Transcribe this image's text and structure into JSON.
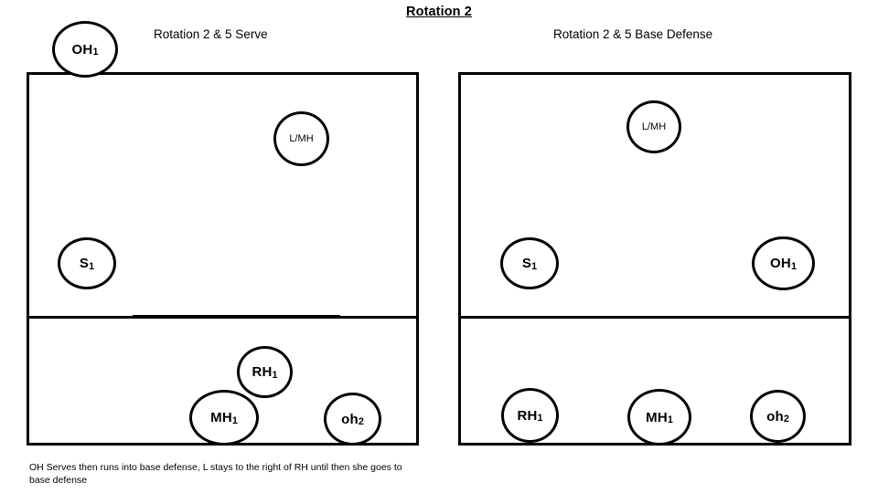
{
  "slide": {
    "title": "Rotation 2",
    "background_color": "#ffffff",
    "line_color": "#000000"
  },
  "courts": [
    {
      "id": "left",
      "caption": "Rotation 2 & 5 Serve",
      "players": [
        {
          "name": "OH1",
          "base": "OH",
          "number": "1",
          "style": "bold",
          "role": "server-outside-hitter"
        },
        {
          "name": "L/MH",
          "base": "L/MH",
          "number": "",
          "style": "plain",
          "role": "libero-middle-hitter"
        },
        {
          "name": "S1",
          "base": "S",
          "number": "1",
          "style": "bold",
          "role": "setter"
        },
        {
          "name": "RH1",
          "base": "RH",
          "number": "1",
          "style": "bold",
          "role": "right-side-hitter"
        },
        {
          "name": "MH1",
          "base": "MH",
          "number": "1",
          "style": "bold",
          "role": "middle-hitter"
        },
        {
          "name": "oh2",
          "base": "oh",
          "number": "2",
          "style": "bold",
          "role": "outside-hitter-two"
        }
      ]
    },
    {
      "id": "right",
      "caption": "Rotation 2 & 5 Base Defense",
      "players": [
        {
          "name": "L/MH",
          "base": "L/MH",
          "number": "",
          "style": "plain",
          "role": "libero-middle-hitter"
        },
        {
          "name": "S1",
          "base": "S",
          "number": "1",
          "style": "bold",
          "role": "setter"
        },
        {
          "name": "OH1",
          "base": "OH",
          "number": "1",
          "style": "bold",
          "role": "outside-hitter"
        },
        {
          "name": "RH1",
          "base": "RH",
          "number": "1",
          "style": "bold",
          "role": "right-side-hitter"
        },
        {
          "name": "MH1",
          "base": "MH",
          "number": "1",
          "style": "bold",
          "role": "middle-hitter"
        },
        {
          "name": "oh2",
          "base": "oh",
          "number": "2",
          "style": "bold",
          "role": "outside-hitter-two"
        }
      ]
    }
  ],
  "footer": {
    "note": "OH Serves then runs into base defense, L stays to the right of RH until then she goes to base defense"
  }
}
